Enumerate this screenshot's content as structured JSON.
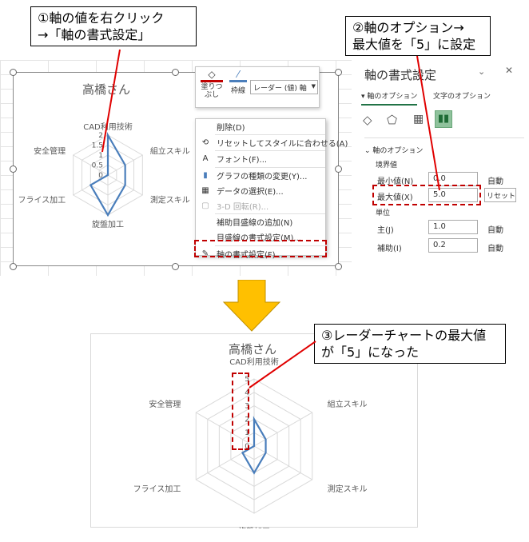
{
  "callouts": {
    "step1": [
      "①軸の値を右クリック",
      "→「軸の書式設定」"
    ],
    "step2": [
      "②軸のオプション→",
      "最大値を「5」に設定"
    ],
    "step3": [
      "③レーダーチャートの最大値",
      "が「5」になった"
    ]
  },
  "mini_toolbar": {
    "fill_label": "塗りつぶし",
    "outline_label": "枠線",
    "element_select": "レーダー (値) 軸"
  },
  "context_menu": {
    "items": [
      {
        "label": "削除(D)",
        "icon": ""
      },
      {
        "label": "リセットしてスタイルに合わせる(A)",
        "icon": "reset-style-icon"
      },
      {
        "label": "フォント(F)...",
        "icon": "font-icon"
      },
      {
        "label": "グラフの種類の変更(Y)...",
        "icon": "chart-type-icon"
      },
      {
        "label": "データの選択(E)...",
        "icon": "select-data-icon"
      },
      {
        "label": "3-D 回転(R)...",
        "icon": "rotate-3d-icon",
        "disabled": true
      },
      {
        "label": "補助目盛線の追加(N)",
        "icon": ""
      },
      {
        "label": "目盛線の書式設定(M)...",
        "icon": ""
      },
      {
        "label": "軸の書式設定(F)...",
        "icon": "format-axis-icon"
      }
    ]
  },
  "format_pane": {
    "title": "軸の書式設定",
    "tabs": [
      "軸のオプション",
      "文字のオプション"
    ],
    "section": "軸のオプション",
    "bounds_label": "境界値",
    "min_label": "最小値(N)",
    "min_value": "0.0",
    "min_action": "自動",
    "max_label": "最大値(X)",
    "max_value": "5.0",
    "max_action": "リセット",
    "units_label": "単位",
    "major_label": "主(J)",
    "major_value": "1.0",
    "major_action": "自動",
    "minor_label": "補助(I)",
    "minor_value": "0.2",
    "minor_action": "自動"
  },
  "accent": "#217346",
  "chart_data": [
    {
      "type": "radar",
      "title": "高橋さん",
      "categories": [
        "CAD利用技術",
        "組立スキル",
        "測定スキル",
        "旋盤加工",
        "フライス加工",
        "安全管理"
      ],
      "series": [
        {
          "name": "高橋さん",
          "values": [
            2,
            1,
            1,
            2,
            1,
            0
          ]
        }
      ],
      "ylim": [
        0,
        2
      ],
      "ticks": [
        "0",
        "0.5",
        "1",
        "1.5",
        "2"
      ],
      "color": "#4a7ebb"
    },
    {
      "type": "radar",
      "title": "高橋さん",
      "categories": [
        "CAD利用技術",
        "組立スキル",
        "測定スキル",
        "旋盤加工",
        "フライス加工",
        "安全管理"
      ],
      "series": [
        {
          "name": "高橋さん",
          "values": [
            2,
            1,
            1,
            2,
            1,
            0
          ]
        }
      ],
      "ylim": [
        0,
        5
      ],
      "ticks": [
        "0",
        "1",
        "2",
        "3",
        "4",
        "5"
      ],
      "color": "#4a7ebb"
    }
  ]
}
